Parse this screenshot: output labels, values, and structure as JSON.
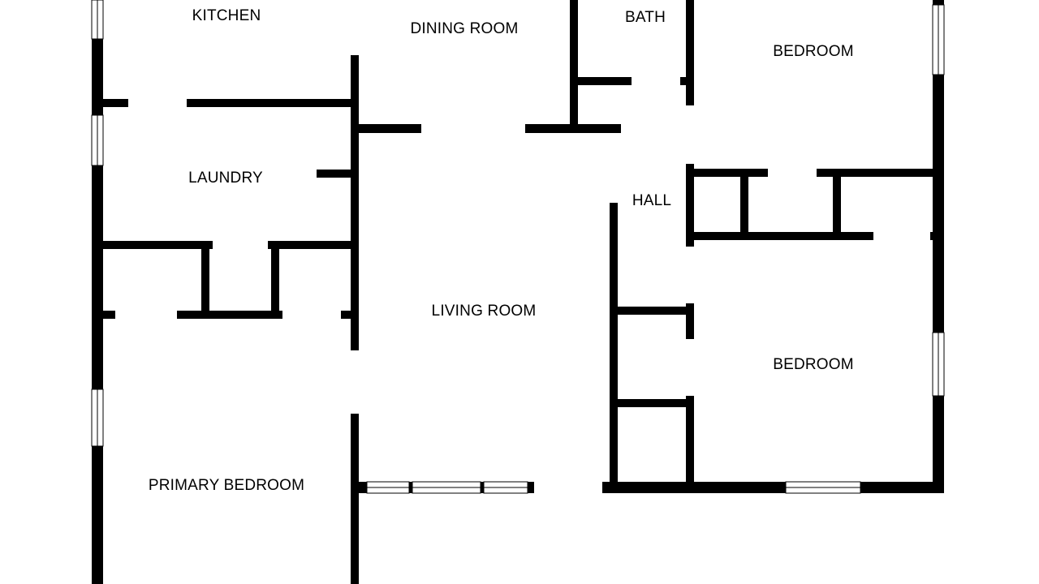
{
  "floor_plan": {
    "colors": {
      "wall": "#000000",
      "background": "#ffffff"
    },
    "rooms": [
      {
        "id": "kitchen",
        "label": "KITCHEN"
      },
      {
        "id": "dining-room",
        "label": "DINING ROOM"
      },
      {
        "id": "bath",
        "label": "BATH"
      },
      {
        "id": "bedroom-upper",
        "label": "BEDROOM"
      },
      {
        "id": "laundry",
        "label": "LAUNDRY"
      },
      {
        "id": "hall",
        "label": "HALL"
      },
      {
        "id": "living-room",
        "label": "LIVING ROOM"
      },
      {
        "id": "bedroom-lower",
        "label": "BEDROOM"
      },
      {
        "id": "primary-bedroom",
        "label": "PRIMARY BEDROOM"
      }
    ]
  }
}
